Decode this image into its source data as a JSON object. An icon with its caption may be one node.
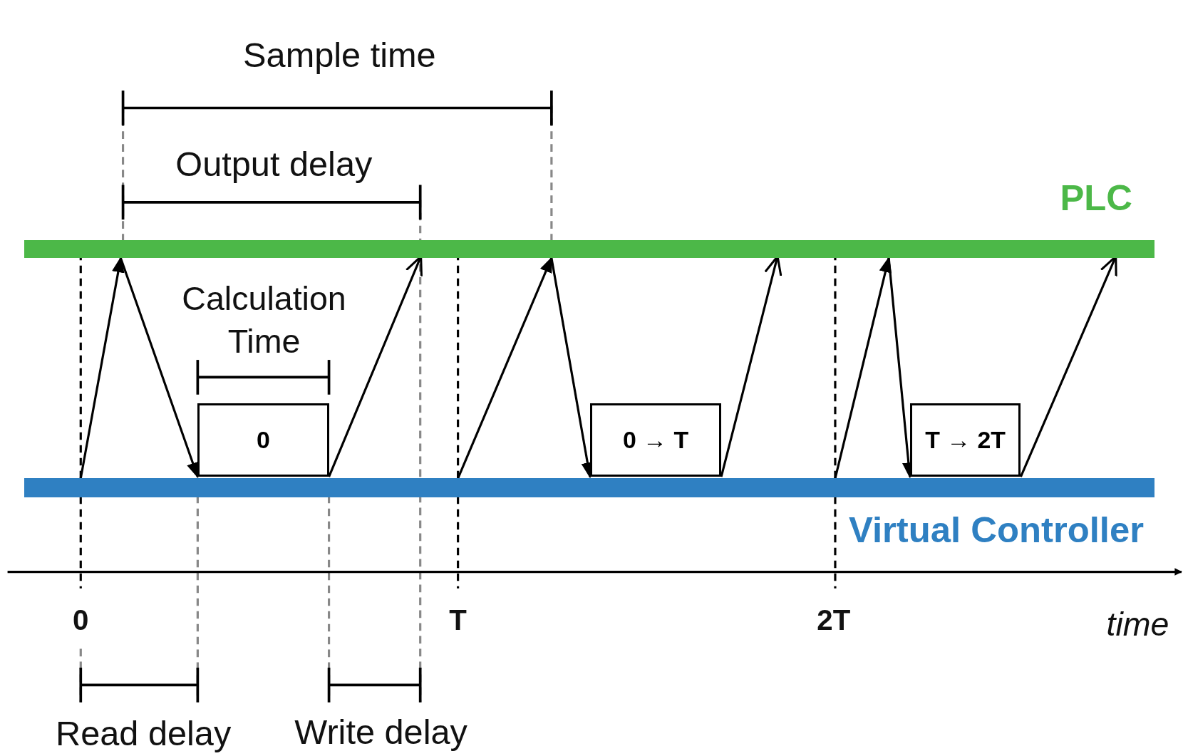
{
  "diagram": {
    "nodes": [
      {
        "text": [
          "PLC"
        ]
      },
      {
        "text": [
          "Virtual Controller"
        ]
      },
      {
        "text": [
          "0"
        ]
      },
      {
        "text": [
          "0 → T"
        ]
      },
      {
        "text": [
          "T → 2T"
        ]
      }
    ],
    "edges": [
      {
        "from": 1,
        "to": 0,
        "arrow": "to"
      },
      {
        "from": 0,
        "to": 2,
        "arrow": "to"
      },
      {
        "from": 2,
        "to": 0,
        "arrow": "to"
      },
      {
        "from": 1,
        "to": 0,
        "arrow": "to"
      },
      {
        "from": 0,
        "to": 3,
        "arrow": "to"
      },
      {
        "from": 3,
        "to": 0,
        "arrow": "to"
      },
      {
        "from": 1,
        "to": 0,
        "arrow": "to"
      },
      {
        "from": 0,
        "to": 4,
        "arrow": "to"
      },
      {
        "from": 4,
        "to": 0,
        "arrow": "to"
      }
    ],
    "labels": [
      "Sample time",
      "Output delay",
      "Calculation Time",
      "0",
      "T",
      "2T",
      "time",
      "Read delay",
      "Write delay"
    ]
  }
}
